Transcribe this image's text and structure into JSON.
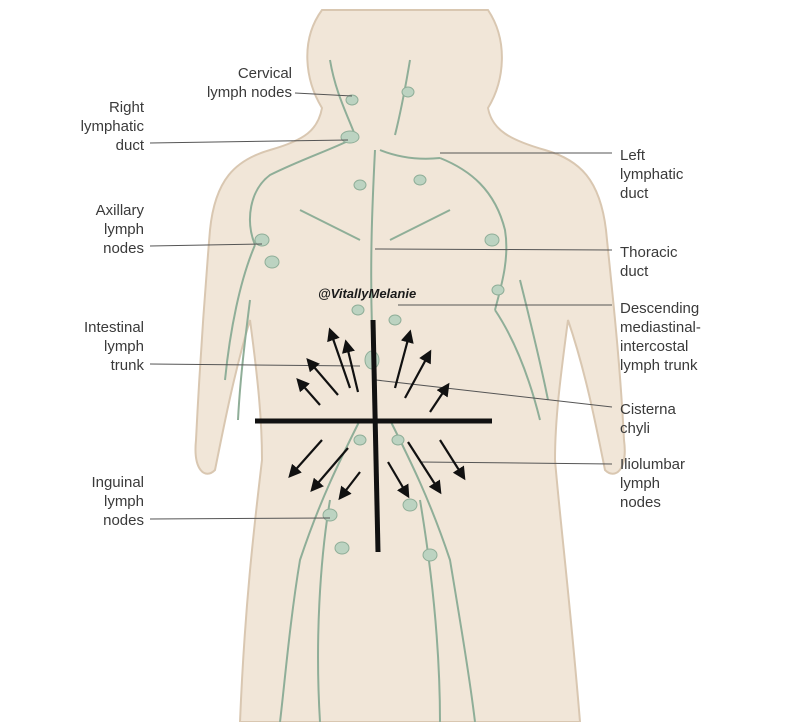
{
  "labels": {
    "cervical": "Cervical\nlymph nodes",
    "right_duct": "Right\nlymphatic\nduct",
    "axillary": "Axillary\nlymph\nnodes",
    "intestinal": "Intestinal\nlymph\ntrunk",
    "inguinal": "Inguinal\nlymph\nnodes",
    "left_duct": "Left\nlymphatic\nduct",
    "thoracic": "Thoracic\nduct",
    "descending": "Descending\nmediastinal-\nintercostal\nlymph trunk",
    "cisterna": "Cisterna\nchyli",
    "iliolumbar": "Iliolumbar\nlymph\nnodes"
  },
  "watermark": "@VitallyMelanie",
  "colors": {
    "skin": "#f1e6d8",
    "skin_edge": "#d9c7b1",
    "vessel": "#8fae98",
    "node": "#bcd3c1",
    "leader": "#555555",
    "cross": "#111111"
  }
}
